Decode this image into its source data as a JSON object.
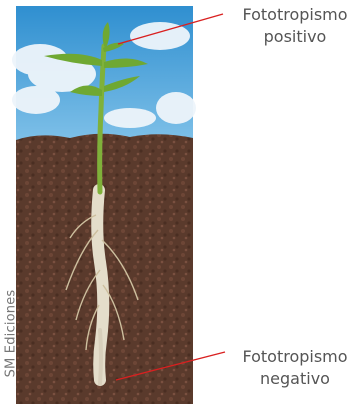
{
  "labels": {
    "top": {
      "line1": "Fototropismo",
      "line2": "positivo"
    },
    "bottom": {
      "line1": "Fototropismo",
      "line2": "negativo"
    }
  },
  "credit": "SM Ediciones",
  "colors": {
    "sky": "#4fa3d8",
    "cloud": "#f2f7fb",
    "soil": "#5a3a2c",
    "plant": "#6fa832",
    "root": "#e4ddca",
    "pointer": "#d92020"
  }
}
